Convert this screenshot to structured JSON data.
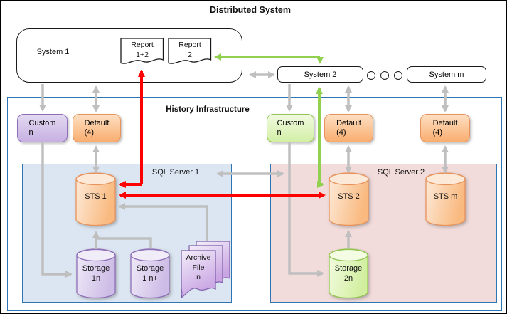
{
  "title": "Distributed System",
  "colors": {
    "arrow-gray": "#BFBFBF",
    "arrow-red": "#FF0000",
    "arrow-green": "#92D050",
    "border-blue": "#2E75B6",
    "sql1-fill": "#DCE6F2",
    "sql2-fill": "#F2DCDB",
    "orange-border": "#E8935C",
    "purple-border": "#8F6FB8",
    "green-border": "#94C552"
  },
  "distributed_system": {
    "system1": "System 1",
    "report12": "Report\n1+2",
    "report2": "Report\n2",
    "system2": "System 2",
    "systemm": "System m",
    "ellipsis_dots": 3
  },
  "history": {
    "label": "History Infrastructure",
    "custom1": "Custom\nn",
    "default1": "Default\n(4)",
    "custom2": "Custom\nn",
    "default2": "Default\n(4)",
    "default3": "Default\n(4)",
    "sql1": {
      "label": "SQL Server 1",
      "sts1": "STS 1",
      "storage1n": "Storage\n1n",
      "storage1np": "Storage\n1 n+",
      "archive": "Archive\nFile\nn"
    },
    "sql2": {
      "label": "SQL Server 2",
      "sts2": "STS 2",
      "stsm": "STS m",
      "storage2n": "Storage\n2n"
    }
  }
}
